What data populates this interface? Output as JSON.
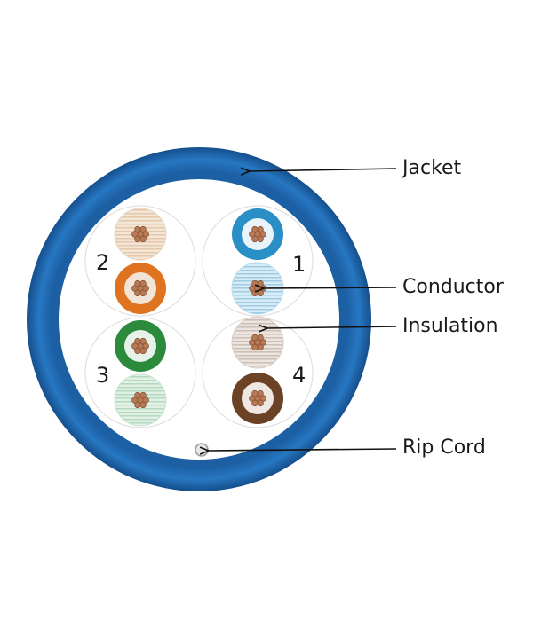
{
  "labels": {
    "jacket": "Jacket",
    "conductor": "Conductor",
    "insulation": "Insulation",
    "rip_cord": "Rip Cord"
  },
  "pair_numbers": [
    "1",
    "2",
    "3",
    "4"
  ],
  "colors": {
    "jacket": "#1f6bb5",
    "jacket_dark": "#154f8c",
    "cable_core": "#ffffff",
    "copper": "#b87a55",
    "pair_1_solid": "#2a8fc6",
    "pair_1_stripe": "#bfe0f0",
    "pair_2_solid": "#e0731f",
    "pair_2_stripe": "#efd9c2",
    "pair_3_solid": "#2c8a3c",
    "pair_3_stripe": "#cfe8d4",
    "pair_4_solid": "#6b4226",
    "pair_4_stripe": "#dcd0c8",
    "arrow": "#111111",
    "rip_cord": "#e6e6e6"
  }
}
